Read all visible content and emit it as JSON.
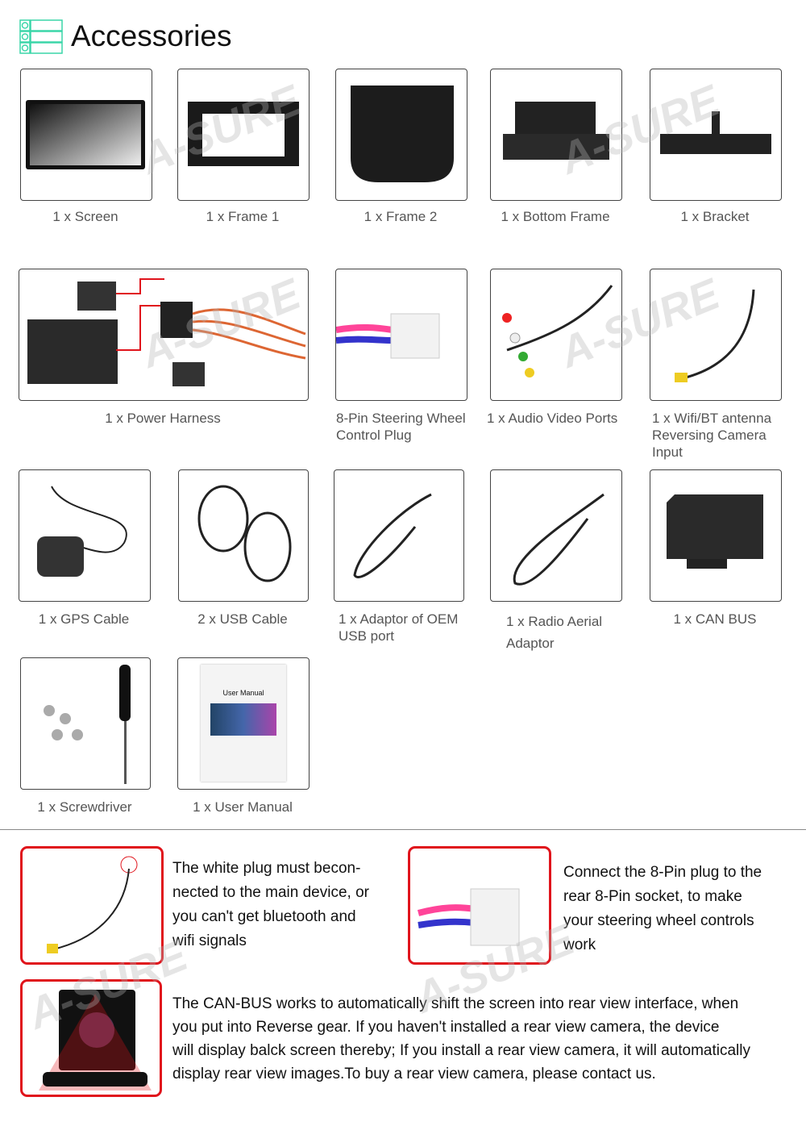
{
  "header": {
    "title": "Accessories",
    "icon": "list-icon",
    "accent": "#3ad6a8"
  },
  "watermark": "A-SURE",
  "items": [
    {
      "label": "1 x Screen",
      "icon": "screen"
    },
    {
      "label": "1 x Frame 1",
      "icon": "frame"
    },
    {
      "label": "1 x Frame 2",
      "icon": "frame-panel"
    },
    {
      "label": "1 x Bottom Frame",
      "icon": "bottom-frame"
    },
    {
      "label": "1 x Bracket",
      "icon": "bracket"
    },
    {
      "label": "1 x Power Harness",
      "icon": "power-harness"
    },
    {
      "label_lines": [
        "8-Pin Steering Wheel",
        "Control Plug"
      ],
      "icon": "plug"
    },
    {
      "label": "1 x Audio Video Ports",
      "icon": "av-cable"
    },
    {
      "label_lines": [
        "1 x Wifi/BT antenna",
        "Reversing Camera",
        "Input"
      ],
      "icon": "antenna"
    },
    {
      "label": "1 x GPS Cable",
      "icon": "gps"
    },
    {
      "label": "2 x USB Cable",
      "icon": "usb"
    },
    {
      "label_lines": [
        "1 x Adaptor of OEM",
        "USB port"
      ],
      "icon": "usb-adaptor"
    },
    {
      "label_lines": [
        "1 x Radio Aerial",
        "Adaptor"
      ],
      "icon": "radio-aerial"
    },
    {
      "label": "1 x CAN BUS",
      "icon": "canbus"
    },
    {
      "label": "1 x Screwdriver",
      "icon": "screwdriver"
    },
    {
      "label": "1 x User Manual",
      "icon": "manual",
      "manual_title": "User Manual"
    }
  ],
  "notes": [
    {
      "lines": [
        "The white plug must becon-",
        "nected to the main device, or",
        "you can't get bluetooth and",
        "wifi signals"
      ]
    },
    {
      "lines": [
        "Connect the 8-Pin plug to the",
        "rear 8-Pin socket, to make",
        "your steering wheel controls",
        "work"
      ]
    },
    {
      "lines": [
        "The CAN-BUS works to automatically shift the screen into rear view interface, when",
        "you put into Reverse gear. If you haven't installed a rear view camera, the device",
        "will display balck screen thereby; If you install a rear view camera, it will automatically",
        "display rear view images.To buy a rear view camera, please contact us."
      ]
    }
  ],
  "colors": {
    "note_border": "#e0141c"
  }
}
